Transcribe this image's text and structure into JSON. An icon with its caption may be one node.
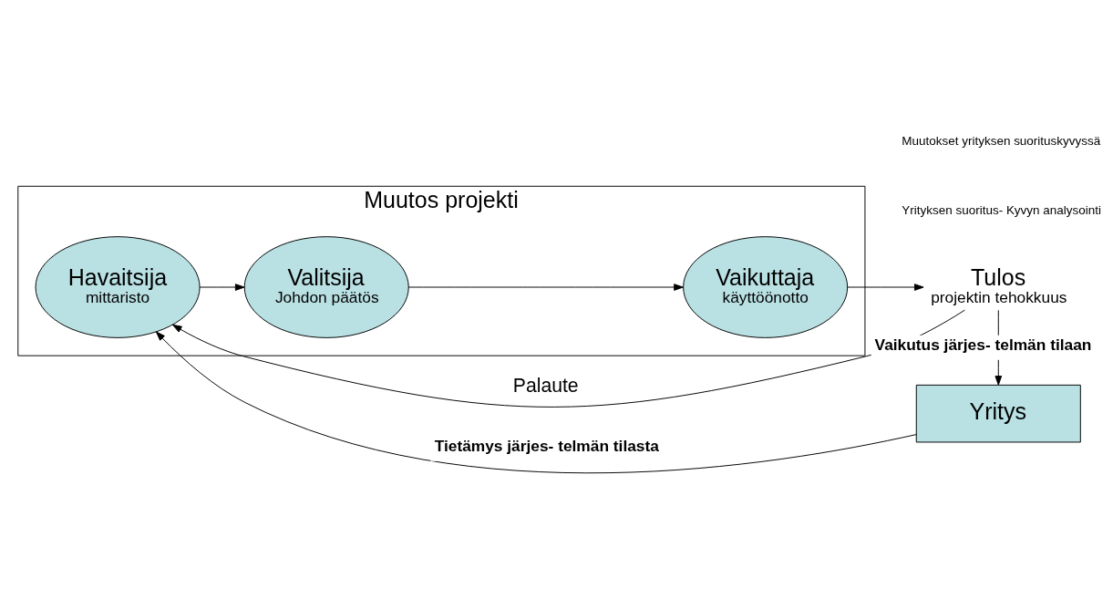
{
  "diagram": {
    "nodes": [
      {
        "text": [
          "Muutos projekti"
        ]
      },
      {
        "text": [
          "Havaitsija",
          "mittaristo"
        ],
        "in": 0
      },
      {
        "text": [
          "Valitsija",
          "Johdon päätös"
        ],
        "in": 0
      },
      {
        "text": [
          "Vaikuttaja",
          "käyttöönotto"
        ],
        "in": 0
      },
      {
        "text": [
          "Tulos",
          "projektin tehokkuus"
        ]
      },
      {
        "text": [
          "Yritys"
        ]
      }
    ],
    "edges": [
      {
        "from": 1,
        "to": 2,
        "arrow": "to"
      },
      {
        "from": 2,
        "to": 3,
        "arrow": "to"
      },
      {
        "from": 3,
        "to": 4,
        "arrow": "to"
      },
      {
        "from": 4,
        "to": 1,
        "arrow": "to",
        "label": "Palaute"
      },
      {
        "from": 4,
        "to": 5,
        "arrow": "to",
        "label": "Vaikutus järjes- telmän tilaan"
      },
      {
        "from": 5,
        "to": 1,
        "arrow": "to",
        "label": "Tietämys järjes- telmän tilasta"
      }
    ],
    "labels": [
      "Yrityksen suoritus- Kyvyn analysointi",
      "Muutokset yrityksen suorituskyvyssä"
    ]
  }
}
